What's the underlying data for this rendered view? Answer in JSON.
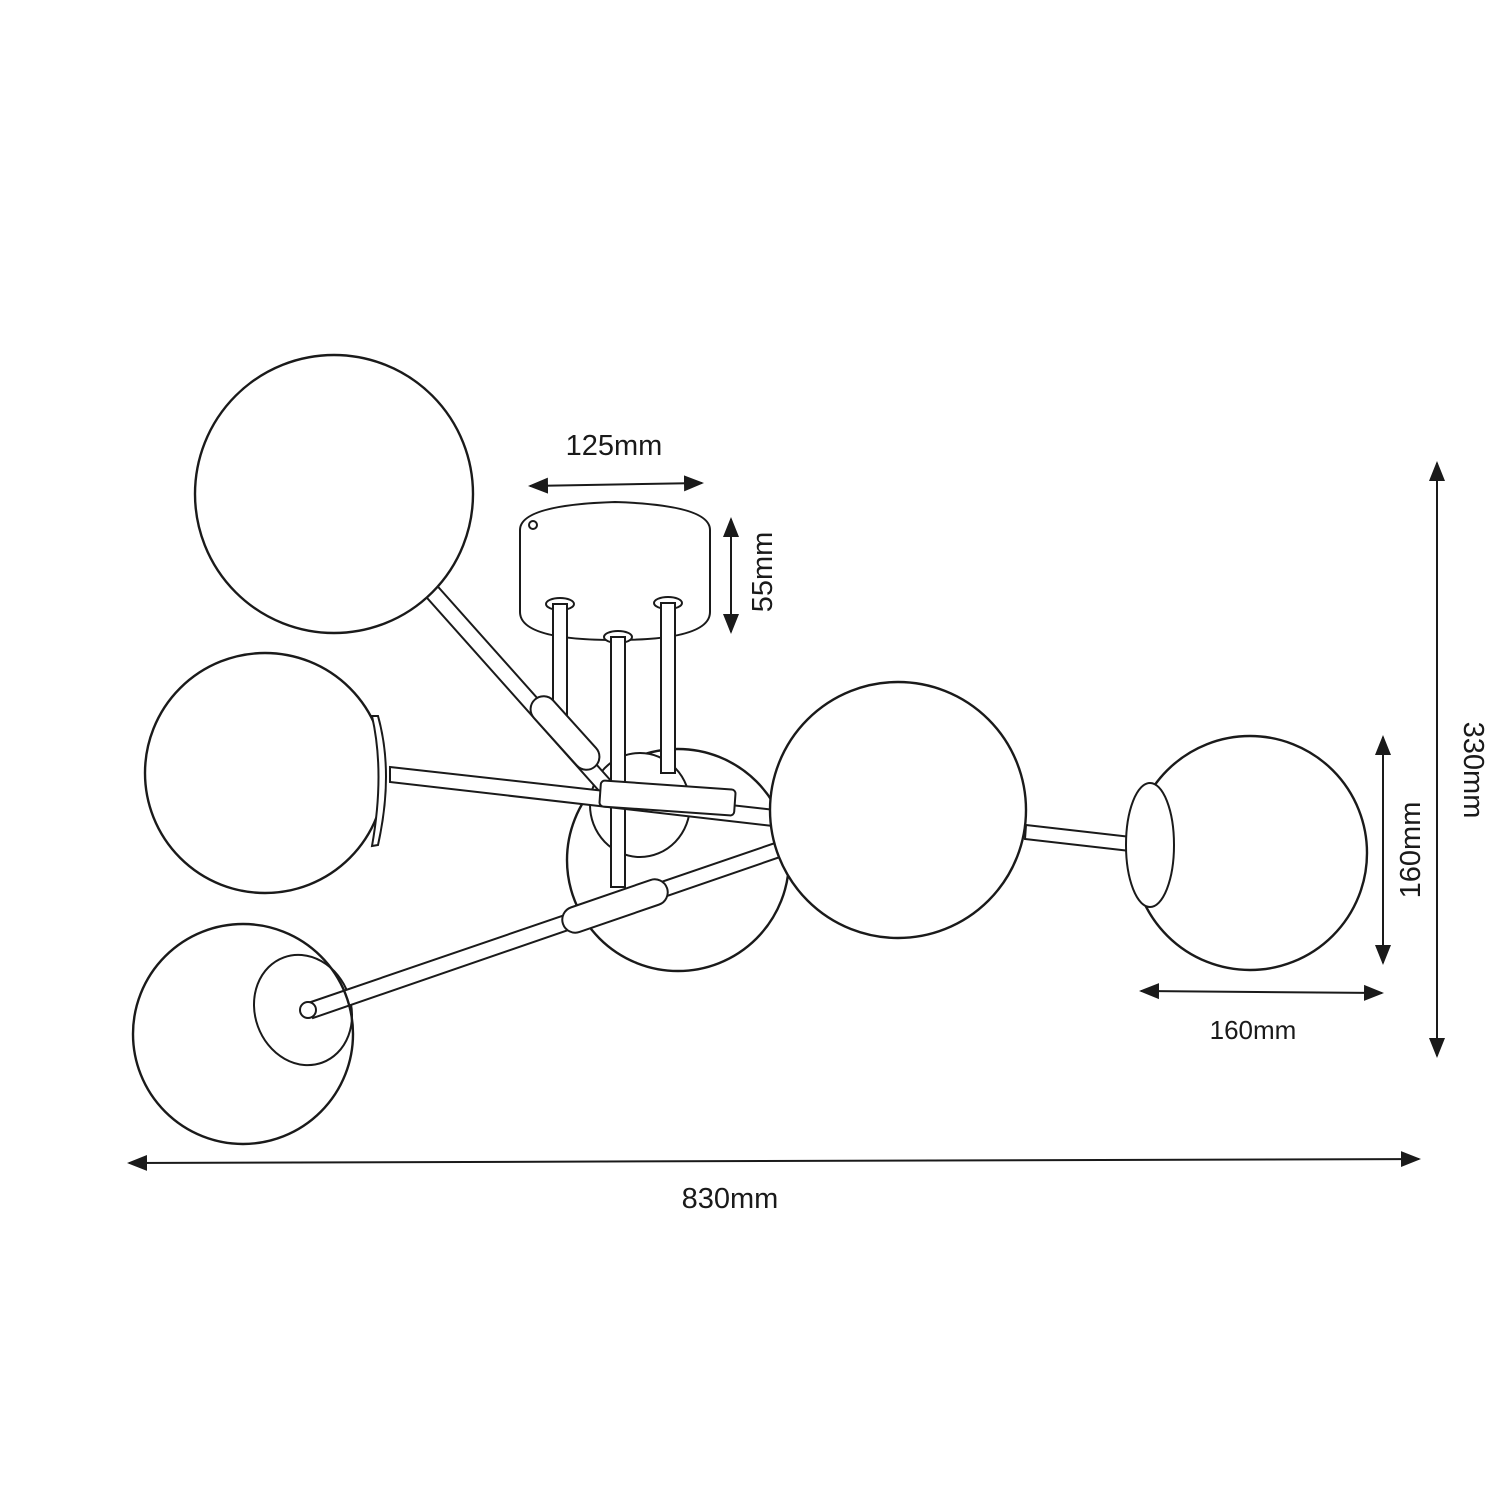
{
  "dimensions": {
    "canopy_width": "125mm",
    "canopy_height": "55mm",
    "total_height": "330mm",
    "globe_height": "160mm",
    "globe_width": "160mm",
    "total_width": "830mm"
  },
  "colors": {
    "line": "#1a1a1a",
    "background": "#ffffff"
  }
}
